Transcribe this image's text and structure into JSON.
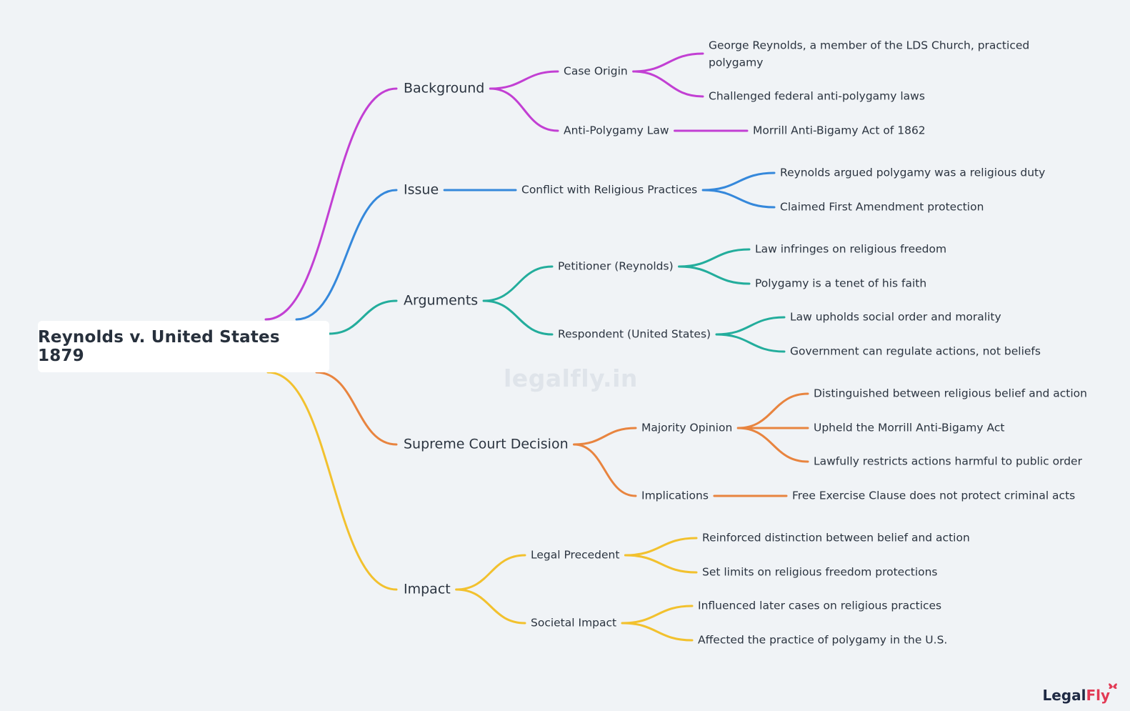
{
  "root": {
    "label": "Reynolds v. United States 1879"
  },
  "watermark": "legalfly.in",
  "brand": {
    "part1": "Legal",
    "part2": "Fly"
  },
  "colors": {
    "background": "#f0f3f6",
    "text": "#2b3440",
    "branches": [
      "#c23fd3",
      "#3588db",
      "#23ad9c",
      "#e8843f",
      "#f2c12e"
    ]
  },
  "branches": [
    {
      "label": "Background",
      "children": [
        {
          "label": "Case Origin",
          "children": [
            {
              "label": "George Reynolds, a member of the LDS Church, practiced",
              "label2": "polygamy"
            },
            {
              "label": "Challenged federal anti-polygamy laws"
            }
          ]
        },
        {
          "label": "Anti-Polygamy Law",
          "children": [
            {
              "label": "Morrill Anti-Bigamy Act of 1862"
            }
          ]
        }
      ]
    },
    {
      "label": "Issue",
      "children": [
        {
          "label": "Conflict with Religious Practices",
          "children": [
            {
              "label": "Reynolds argued polygamy was a religious duty"
            },
            {
              "label": "Claimed First Amendment protection"
            }
          ]
        }
      ]
    },
    {
      "label": "Arguments",
      "children": [
        {
          "label": "Petitioner (Reynolds)",
          "children": [
            {
              "label": "Law infringes on religious freedom"
            },
            {
              "label": "Polygamy is a tenet of his faith"
            }
          ]
        },
        {
          "label": "Respondent (United States)",
          "children": [
            {
              "label": "Law upholds social order and morality"
            },
            {
              "label": "Government can regulate actions, not beliefs"
            }
          ]
        }
      ]
    },
    {
      "label": "Supreme Court Decision",
      "children": [
        {
          "label": "Majority Opinion",
          "children": [
            {
              "label": "Distinguished between religious belief and action"
            },
            {
              "label": "Upheld the Morrill Anti-Bigamy Act"
            },
            {
              "label": "Lawfully restricts actions harmful to public order"
            }
          ]
        },
        {
          "label": "Implications",
          "children": [
            {
              "label": "Free Exercise Clause does not protect criminal acts"
            }
          ]
        }
      ]
    },
    {
      "label": "Impact",
      "children": [
        {
          "label": "Legal Precedent",
          "children": [
            {
              "label": "Reinforced distinction between belief and action"
            },
            {
              "label": "Set limits on religious freedom protections"
            }
          ]
        },
        {
          "label": "Societal Impact",
          "children": [
            {
              "label": "Influenced later cases on religious practices"
            },
            {
              "label": "Affected the practice of polygamy in the U.S."
            }
          ]
        }
      ]
    }
  ]
}
